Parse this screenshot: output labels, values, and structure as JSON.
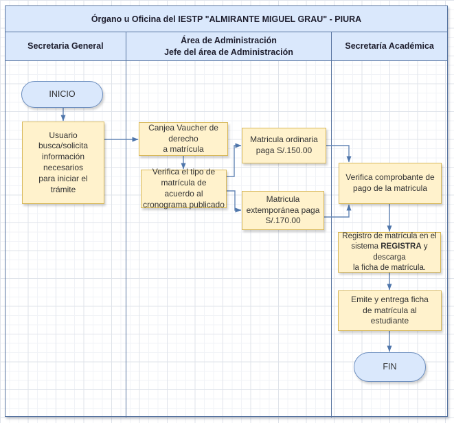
{
  "header": {
    "title": "Órgano u Oficina del IESTP  \"ALMIRANTE MIGUEL GRAU\" - PIURA",
    "lanes": [
      {
        "label": "Secretaria General"
      },
      {
        "label": "Área de Administración\nJefe del área de Administración"
      },
      {
        "label": "Secretaría Académica"
      }
    ]
  },
  "nodes": {
    "inicio": {
      "label": "INICIO"
    },
    "usuario": {
      "label": "Usuario\nbusca/solicita\ninformación\nnecesarios\npara iniciar el\ntrámite"
    },
    "canjea": {
      "label": "Canjea Vaucher de\nderecho\na matrícula"
    },
    "verifica_tipo": {
      "label": "Verifica el tipo de\nmatrícula de\nacuerdo al\ncronograma publicado"
    },
    "ordinaria": {
      "label": "Matricula ordinaria\npaga S/.150.00"
    },
    "extemporanea": {
      "label": "Matricula\nextemporánea paga\nS/.170.00"
    },
    "verifica_pago": {
      "label": "Verifica comprobante de\npago de la matricula"
    },
    "registro": {
      "pre": "Registro de matrícula en el\nsistema ",
      "bold": "REGISTRA",
      "post": " y\ndescarga\nla ficha de matrícula."
    },
    "emite": {
      "label": "Emite y entrega ficha\nde matrícula al\nestudiante"
    },
    "fin": {
      "label": "FIN"
    }
  },
  "colors": {
    "lane_fill": "#dae8fc",
    "table_border": "#54719e",
    "node_fill": "#fff2cc",
    "node_border": "#d6b656",
    "terminator_fill": "#dae8fc",
    "terminator_border": "#6c8ebf",
    "connector": "#6485b5",
    "grid_minor": "#f1f3f7",
    "grid_major": "#dfe3ea"
  }
}
